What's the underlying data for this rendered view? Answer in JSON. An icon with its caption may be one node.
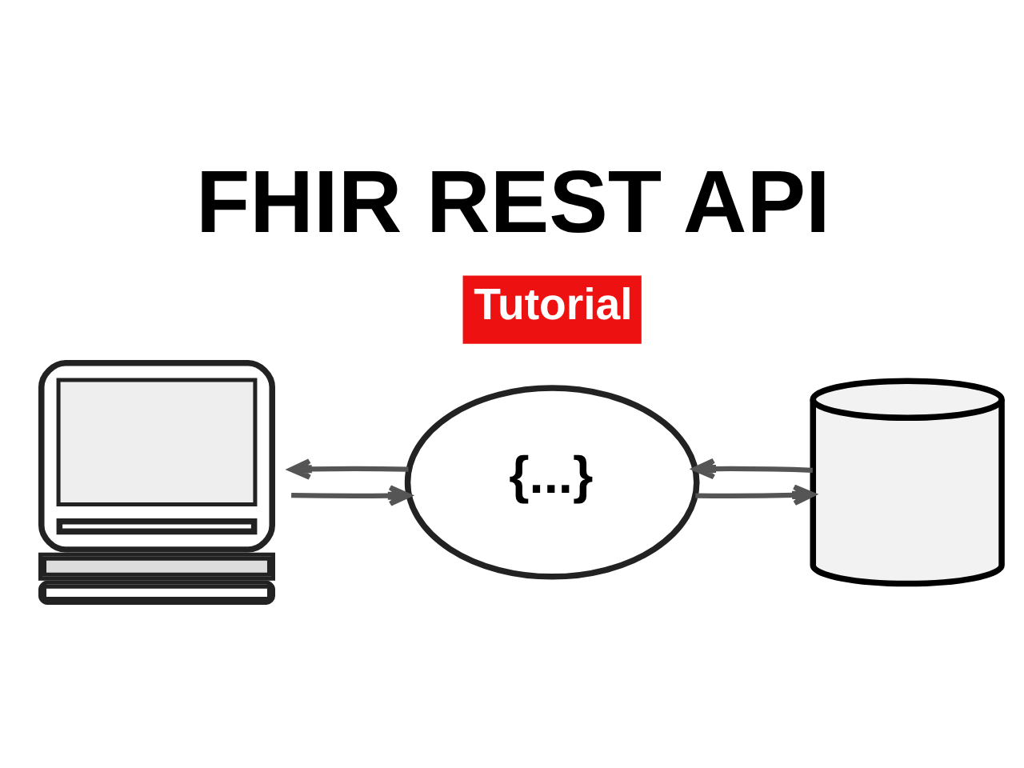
{
  "diagram": {
    "title": "FHIR REST API",
    "nodes": [
      {
        "text": [],
        "shape": "picture"
      },
      {
        "text": [
          "{...}"
        ]
      },
      {
        "text": [],
        "shape": "cylinder"
      }
    ],
    "edges": [
      {
        "from": 0,
        "to": 1,
        "arrow": "to"
      },
      {
        "from": 1,
        "to": 0,
        "arrow": "to"
      },
      {
        "from": 1,
        "to": 2,
        "arrow": "to"
      },
      {
        "from": 2,
        "to": 1,
        "arrow": "to"
      }
    ],
    "labels": [
      "Tutorial"
    ]
  }
}
